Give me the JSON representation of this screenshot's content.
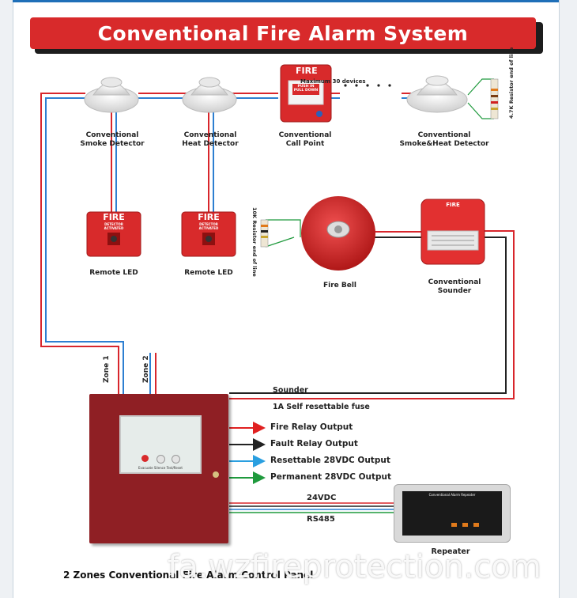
{
  "title": "Conventional Fire Alarm System",
  "devices": {
    "smoke_detector": "Conventional\nSmoke Detector",
    "heat_detector": "Conventional\nHeat Detector",
    "call_point": "Conventional\nCall Point",
    "call_point_sign": "FIRE",
    "call_point_push": "PUSH IN\nPULL DOWN",
    "max_devices": "Maximum 30 devices",
    "smoke_heat_detector": "Conventional\nSmoke&Heat Detector",
    "resistor_4k7": "4.7K Resistor end of line",
    "remote_led_1": "Remote LED",
    "remote_led_2": "Remote LED",
    "remote_led_sign": "FIRE",
    "remote_led_sub": "DETECTOR\nACTIVATED",
    "resistor_10k": "10K Resistor end of line",
    "fire_bell": "Fire Bell",
    "sounder": "Conventional\nSounder",
    "sounder_sign": "FIRE"
  },
  "zones": {
    "zone1": "Zone 1",
    "zone2": "Zone 2"
  },
  "outputs": {
    "sounder": "Sounder",
    "fuse": "1A Self resettable fuse",
    "fire_relay": "Fire Relay Output",
    "fault_relay": "Fault Relay Output",
    "resettable": "Resettable 28VDC Output",
    "permanent": "Permanent 28VDC Output",
    "v24": "24VDC",
    "rs485": "RS485"
  },
  "panel": {
    "buttons": [
      "Evacuate",
      "Silence",
      "Test/Reset"
    ]
  },
  "repeater": {
    "title": "Conventional Alarm Repeater",
    "label": "Repeater"
  },
  "bottom_caption": "2 Zones Conventional Fire Alarm Control Panel",
  "watermark": "fa.wzfireprotection.com",
  "colors": {
    "banner": "#d82a2b",
    "wire_red": "#d8262c",
    "wire_blue": "#2d7fd1",
    "wire_black": "#222222",
    "arrow_fire": "#e02020",
    "arrow_fault": "#222222",
    "arrow_resettable": "#2a9fe0",
    "arrow_permanent": "#1f9a3d",
    "panel": "#8f1f24"
  }
}
